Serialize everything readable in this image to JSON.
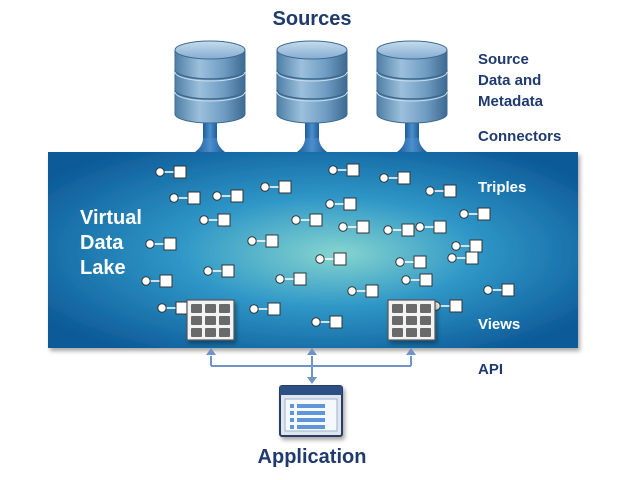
{
  "title": "Sources",
  "labels": {
    "source_data": [
      "Source",
      "Data and",
      "Metadata"
    ],
    "connectors": "Connectors",
    "triples": "Triples",
    "views": "Views",
    "api": "API",
    "virtual_data_lake": [
      "Virtual",
      "Data",
      "Lake"
    ],
    "application": "Application"
  },
  "icons": {
    "source": "database-icon",
    "triple": "triple-icon",
    "view": "view-grid-icon",
    "application": "application-window-icon"
  },
  "colors": {
    "title_text": "#1f3a6e",
    "lake_dark": "#0e5c99",
    "lake_light": "#7fd1d2",
    "connector": "#2a6fb2",
    "database": "#6f9fc4",
    "api_arrow": "#6f94c9"
  },
  "counts": {
    "sources": 3,
    "views": 2
  }
}
